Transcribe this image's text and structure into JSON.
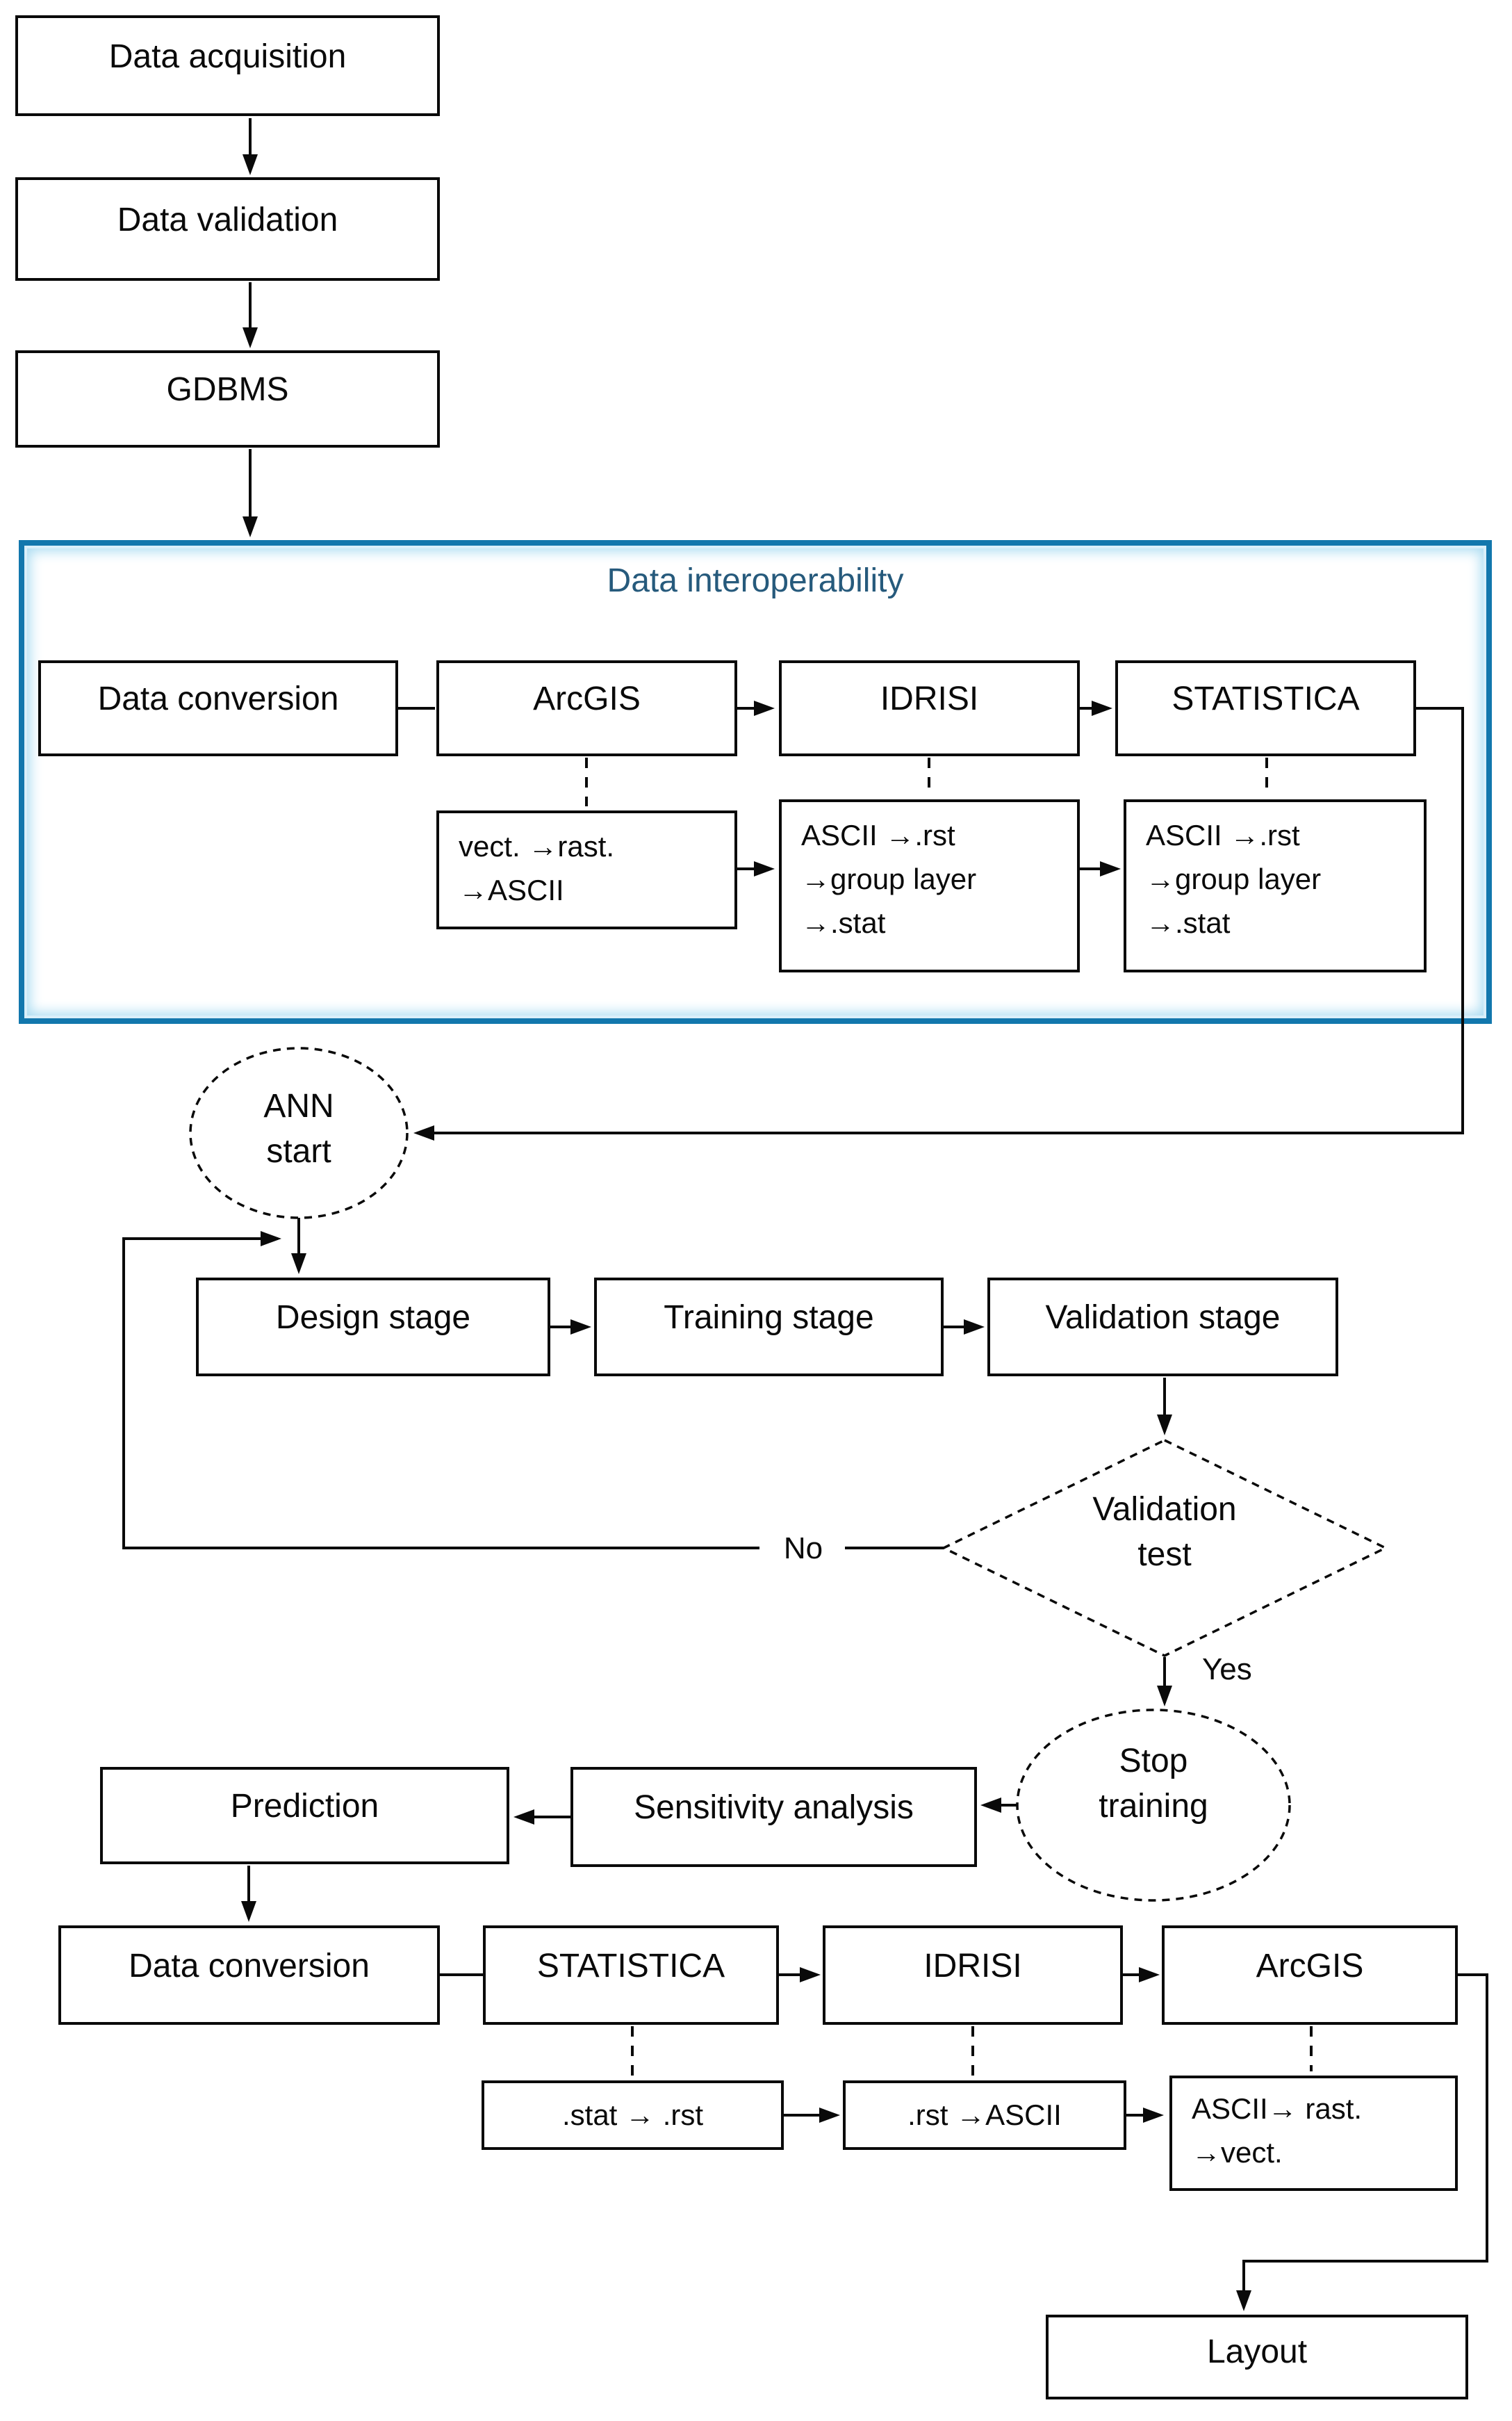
{
  "flow": {
    "acquisition": "Data acquisition",
    "validation": "Data validation",
    "gdbms": "GDBMS"
  },
  "interop": {
    "title": "Data interoperability",
    "conversion": "Data conversion",
    "arcgis": "ArcGIS",
    "idrisi": "IDRISI",
    "statistica": "STATISTICA",
    "arcgis_detail": {
      "line1": "vect. →rast.",
      "line2": "→ASCII"
    },
    "idrisi_detail": {
      "line1": "ASCII →.rst",
      "line2": "→group layer",
      "line3": "→.stat"
    },
    "statistica_detail": {
      "line1": "ASCII →.rst",
      "line2": "→group layer",
      "line3": "→.stat"
    }
  },
  "ann": {
    "start": {
      "line1": "ANN",
      "line2": "start"
    },
    "design": "Design stage",
    "training": "Training stage",
    "validation_stage": "Validation stage",
    "decision": {
      "line1": "Validation",
      "line2": "test"
    },
    "no": "No",
    "yes": "Yes",
    "stop": {
      "line1": "Stop",
      "line2": "training"
    }
  },
  "output": {
    "sensitivity": "Sensitivity analysis",
    "prediction": "Prediction",
    "conversion": "Data conversion",
    "statistica": "STATISTICA",
    "idrisi": "IDRISI",
    "arcgis": "ArcGIS",
    "statistica_detail": ".stat → .rst",
    "idrisi_detail": ".rst →ASCII",
    "arcgis_detail": {
      "line1": "ASCII→ rast.",
      "line2": "→vect."
    },
    "layout": "Layout"
  },
  "colors": {
    "frame_border": "#1277ad",
    "frame_glow": "#aadcf2",
    "title_text": "#265a7c",
    "line": "#0a0a0a"
  }
}
